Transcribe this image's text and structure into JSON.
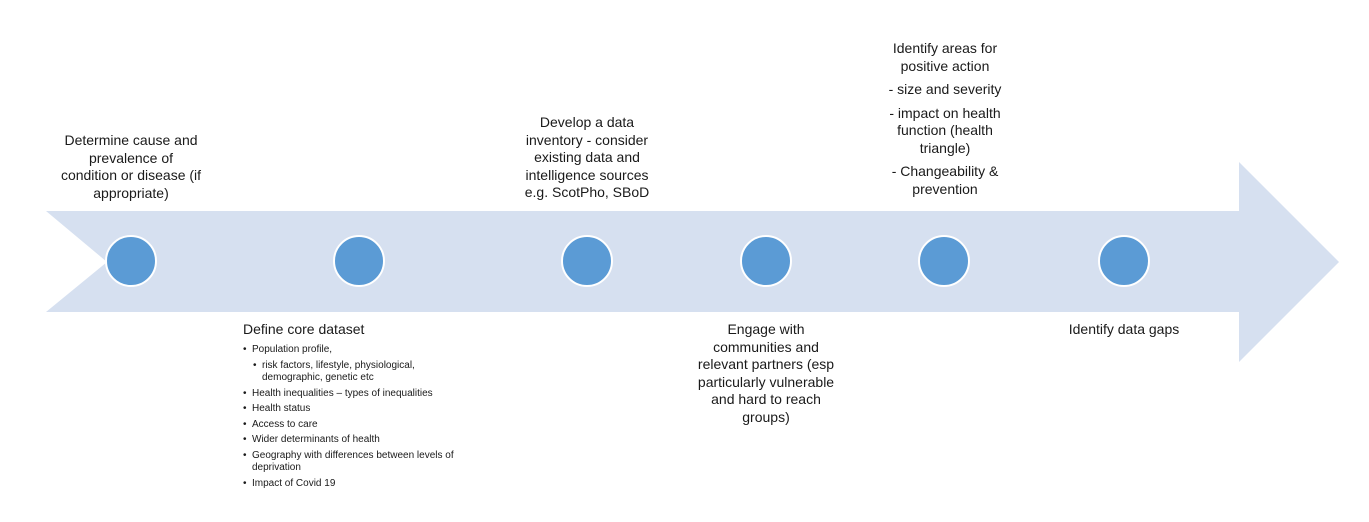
{
  "diagram": {
    "colors": {
      "arrow_fill": "#d6e0f0",
      "node_fill": "#5b9bd5",
      "node_stroke": "#ffffff"
    },
    "steps": [
      {
        "id": "cause",
        "lines": [
          "Determine cause and",
          "prevalence of",
          "condition or disease (if",
          "appropriate)"
        ]
      },
      {
        "id": "core",
        "title": "Define core dataset"
      },
      {
        "id": "inventory",
        "lines": [
          "Develop a data",
          "inventory - consider",
          "existing data and",
          "intelligence sources",
          "e.g. ScotPho, SBoD"
        ]
      },
      {
        "id": "engage",
        "lines": [
          "Engage with",
          "communities and",
          "relevant partners (esp",
          "particularly vulnerable",
          "and hard to reach",
          "groups)"
        ]
      },
      {
        "id": "action",
        "lines": [
          "Identify areas for",
          "positive action",
          "- size and severity",
          "- impact on health",
          "function (health",
          "triangle)",
          "- Changeability &",
          "prevention"
        ]
      },
      {
        "id": "gaps",
        "lines": [
          "Identify data gaps"
        ]
      }
    ],
    "core_dataset_items": [
      {
        "text": "Population profile,",
        "sub": false
      },
      {
        "text": "risk factors, lifestyle, physiological, demographic, genetic etc",
        "sub": true
      },
      {
        "text": "Health inequalities – types of inequalities",
        "sub": false
      },
      {
        "text": "Health status",
        "sub": false
      },
      {
        "text": "Access to care",
        "sub": false
      },
      {
        "text": "Wider determinants of health",
        "sub": false
      },
      {
        "text": "Geography with differences between levels of deprivation",
        "sub": false
      },
      {
        "text": "Impact of Covid 19",
        "sub": false
      }
    ]
  }
}
